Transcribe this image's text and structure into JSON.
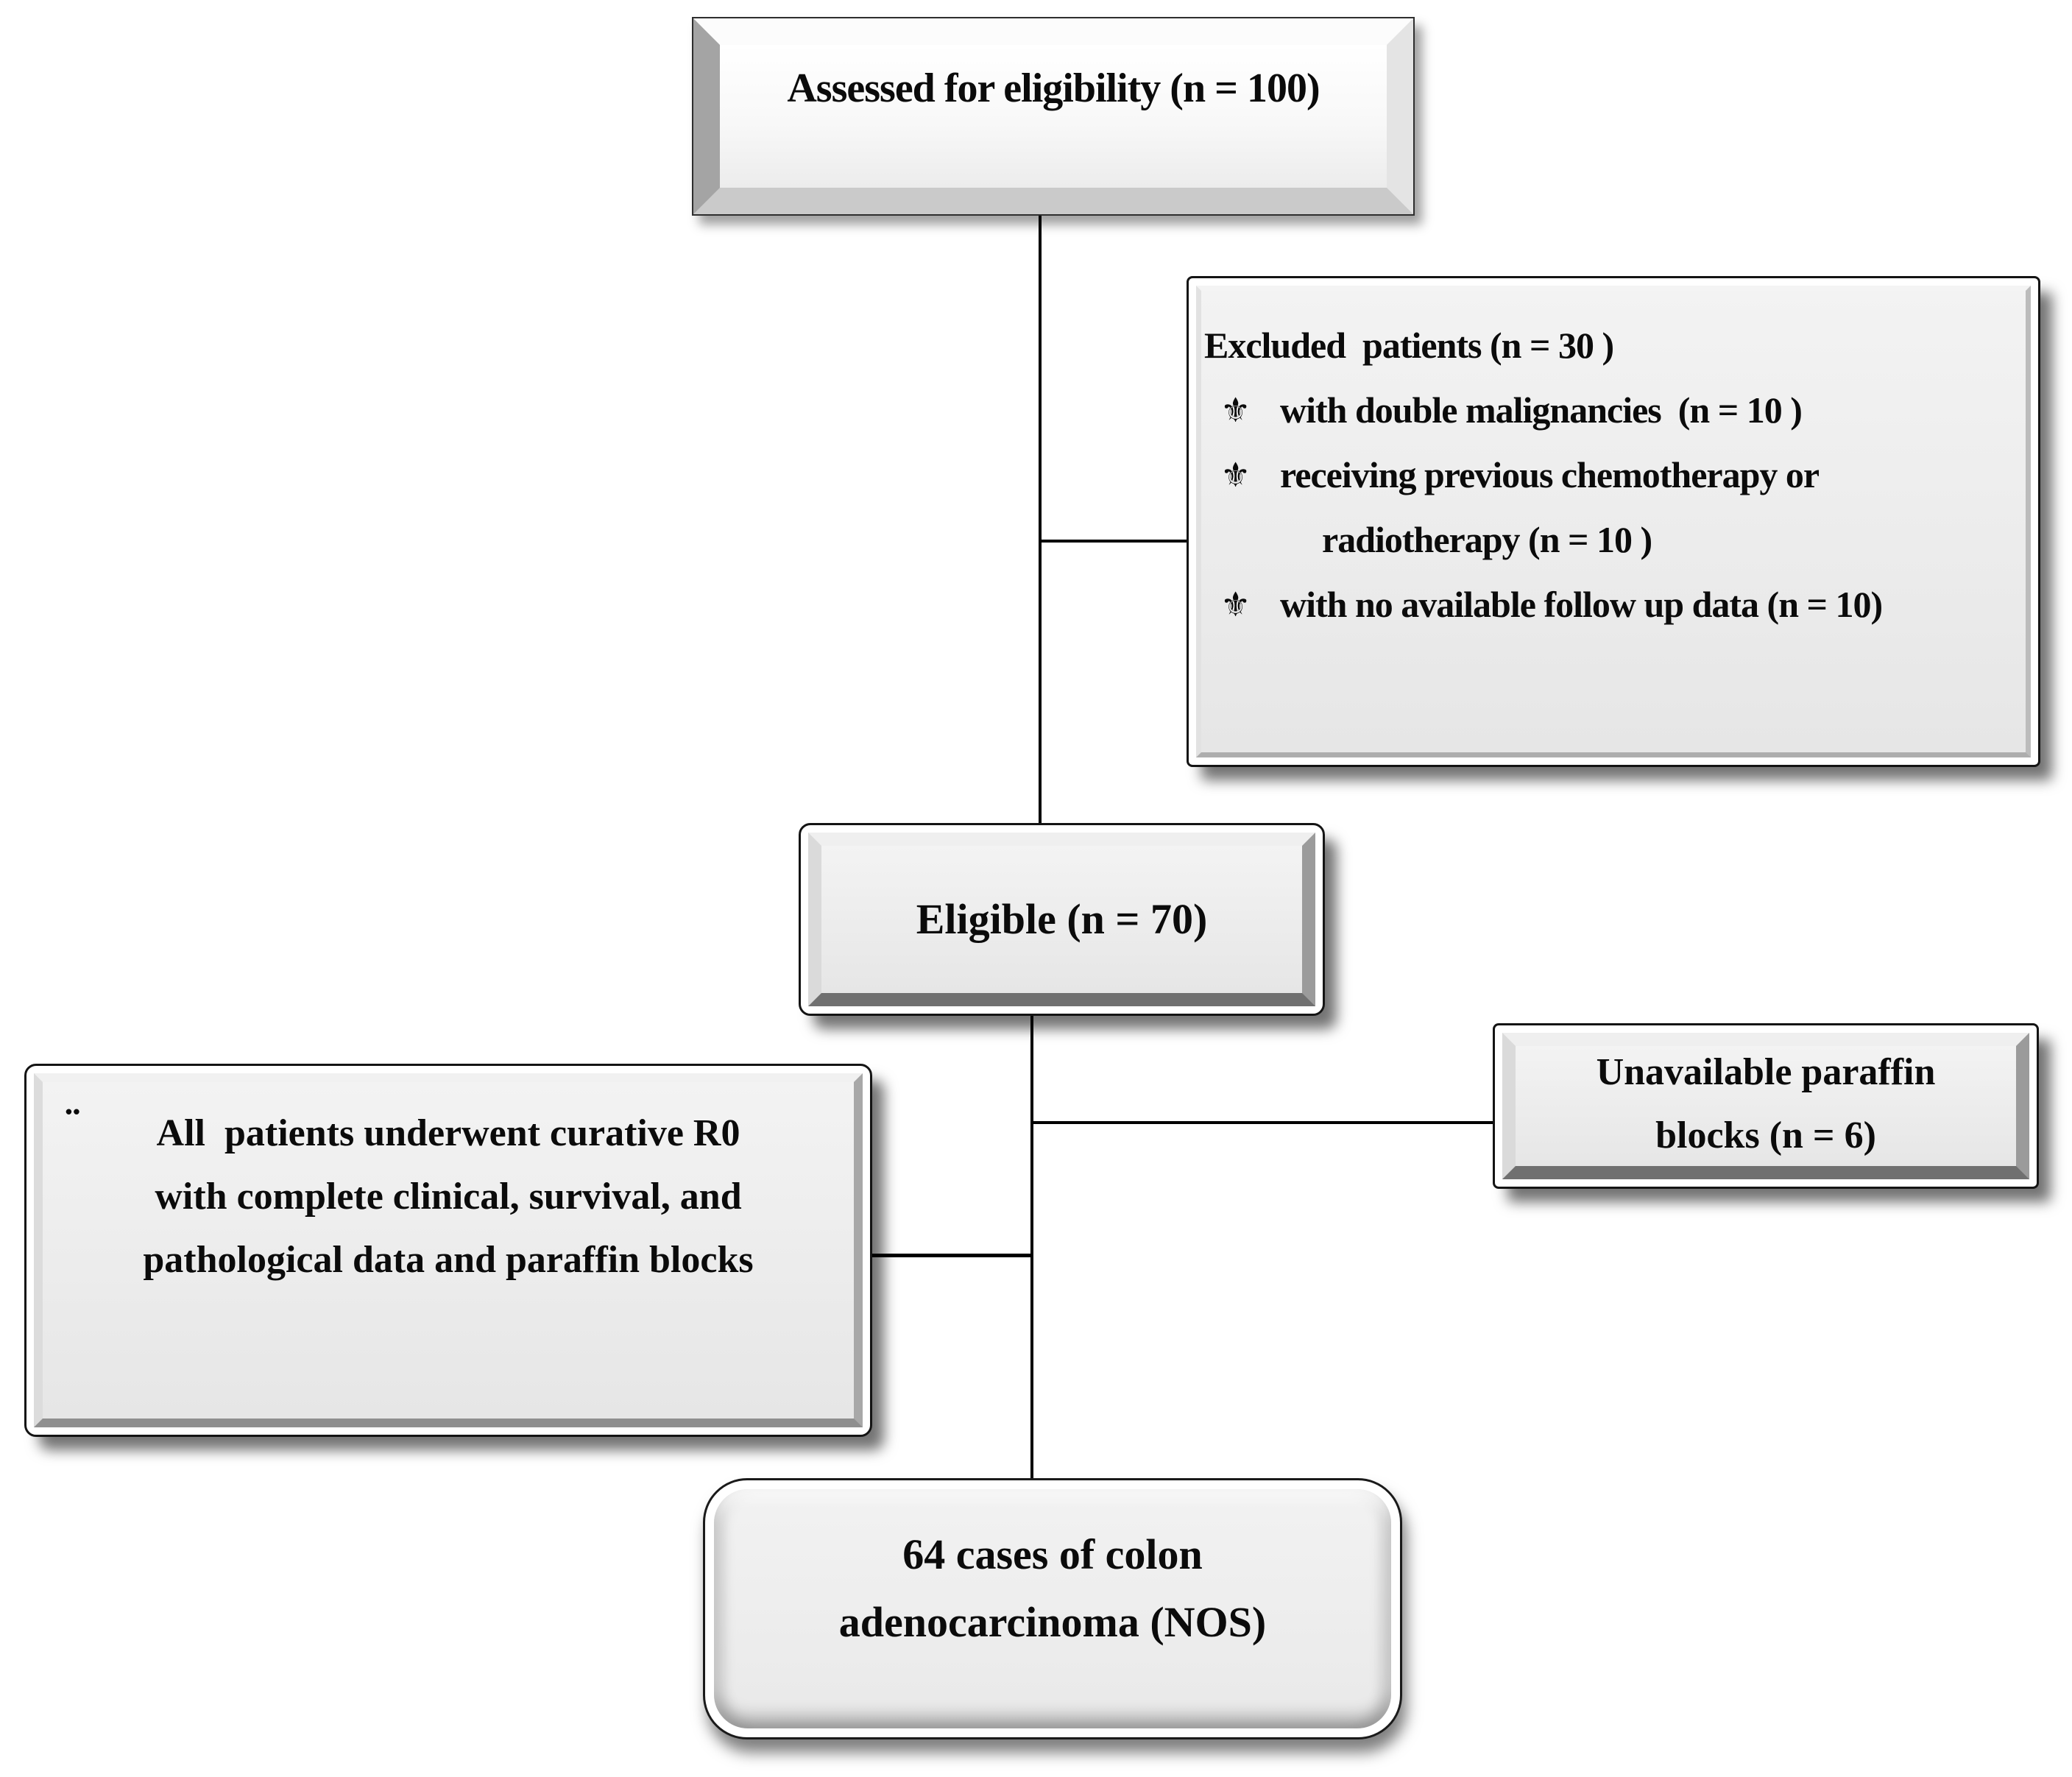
{
  "page": {
    "background": "#ffffff"
  },
  "flowchart": {
    "colors": {
      "box_fill": "#ececec",
      "frame": "#ffffff",
      "outline": "#141414",
      "line": "#000000",
      "text": "#0b0b0b"
    },
    "boxes": {
      "assessed": {
        "label": "Assessed for eligibility (n = 100)"
      },
      "excluded": {
        "title": "Excluded  patients (n = 30 )",
        "bullet_glyph": "⚜",
        "items": [
          {
            "text": "with double malignancies  (n = 10 )"
          },
          {
            "text": "receiving previous chemotherapy or radiotherapy (n = 10 )"
          },
          {
            "text": "with no available follow up data (n = 10)"
          }
        ]
      },
      "eligible": {
        "label": "Eligible (n = 70)"
      },
      "criteria": {
        "bullet_glyph": "¨",
        "line1": "All  patients underwent curative R0",
        "line2": "with complete clinical, survival, and",
        "line3": "pathological data and paraffin blocks"
      },
      "unavailable": {
        "line1": "Unavailable paraffin",
        "line2": "blocks (n = 6)"
      },
      "final": {
        "line1": "64 cases of colon",
        "line2": "adenocarcinoma (NOS)"
      }
    }
  }
}
